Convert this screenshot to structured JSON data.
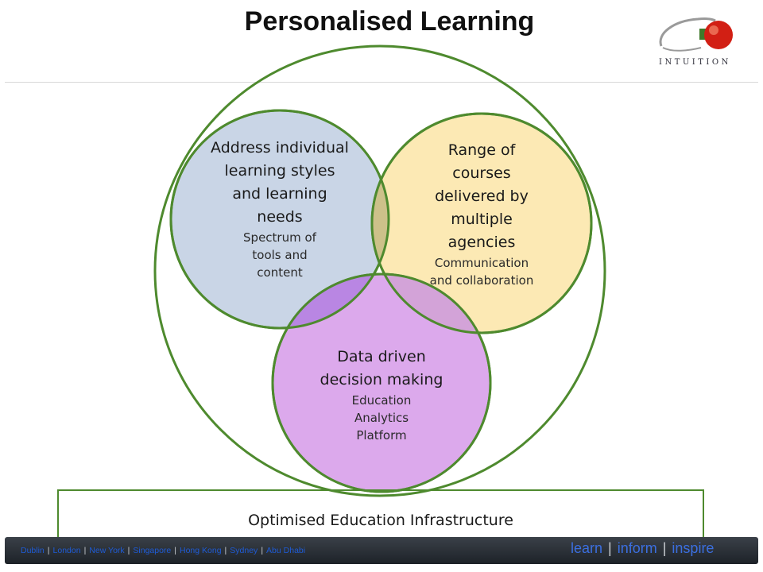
{
  "header": {
    "title": "Personalised Learning",
    "logo_text": "INTUITION"
  },
  "circles": {
    "individual": {
      "main": "Address individual learning styles and learning needs",
      "sub": "Spectrum of tools and content"
    },
    "courses": {
      "main": "Range of courses delivered by multiple agencies",
      "sub": "Communication and collaboration"
    },
    "data": {
      "main": "Data driven decision making",
      "sub": "Education Analytics Platform"
    }
  },
  "infrastructure": {
    "label": "Optimised Education Infrastructure"
  },
  "footer": {
    "cities": [
      "Dublin",
      "London",
      "New York",
      "Singapore",
      "Hong Kong",
      "Sydney",
      "Abu Dhabi"
    ],
    "tagline": [
      "learn",
      "inform",
      "inspire"
    ]
  },
  "colors": {
    "outline": "#4e8a2e",
    "individual_fill": "#c9d5e6",
    "courses_fill": "#fce9b4",
    "data_fill": "#d9a3eb"
  }
}
